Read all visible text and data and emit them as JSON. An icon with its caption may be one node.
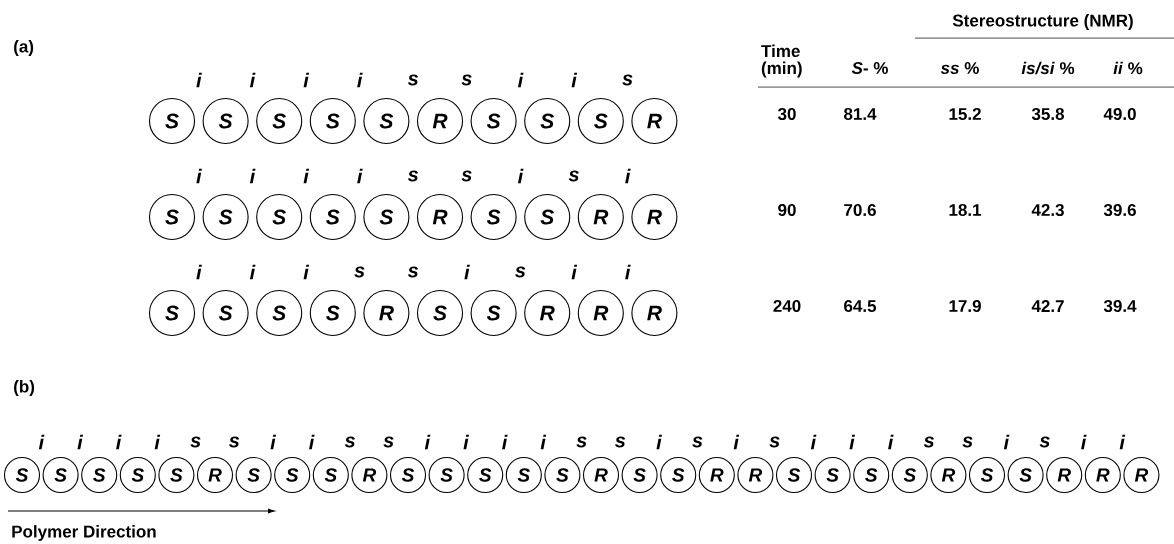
{
  "diagram": {
    "nodes": [
      {
        "text": [
          "S"
        ]
      },
      {
        "text": [
          "S"
        ]
      },
      {
        "text": [
          "S"
        ]
      },
      {
        "text": [
          "S"
        ]
      },
      {
        "text": [
          "S"
        ]
      },
      {
        "text": [
          "R"
        ]
      },
      {
        "text": [
          "S"
        ]
      },
      {
        "text": [
          "S"
        ]
      },
      {
        "text": [
          "S"
        ]
      },
      {
        "text": [
          "R"
        ]
      },
      {
        "text": [
          "S"
        ]
      },
      {
        "text": [
          "S"
        ]
      },
      {
        "text": [
          "S"
        ]
      },
      {
        "text": [
          "S"
        ]
      },
      {
        "text": [
          "S"
        ]
      },
      {
        "text": [
          "R"
        ]
      },
      {
        "text": [
          "S"
        ]
      },
      {
        "text": [
          "S"
        ]
      },
      {
        "text": [
          "R"
        ]
      },
      {
        "text": [
          "R"
        ]
      },
      {
        "text": [
          "S"
        ]
      },
      {
        "text": [
          "S"
        ]
      },
      {
        "text": [
          "S"
        ]
      },
      {
        "text": [
          "S"
        ]
      },
      {
        "text": [
          "R"
        ]
      },
      {
        "text": [
          "S"
        ]
      },
      {
        "text": [
          "S"
        ]
      },
      {
        "text": [
          "R"
        ]
      },
      {
        "text": [
          "R"
        ]
      },
      {
        "text": [
          "R"
        ]
      },
      {
        "text": [
          "S"
        ]
      },
      {
        "text": [
          "S"
        ]
      },
      {
        "text": [
          "S"
        ]
      },
      {
        "text": [
          "S"
        ]
      },
      {
        "text": [
          "S"
        ]
      },
      {
        "text": [
          "R"
        ]
      },
      {
        "text": [
          "S"
        ]
      },
      {
        "text": [
          "S"
        ]
      },
      {
        "text": [
          "S"
        ]
      },
      {
        "text": [
          "R"
        ]
      },
      {
        "text": [
          "S"
        ]
      },
      {
        "text": [
          "S"
        ]
      },
      {
        "text": [
          "S"
        ]
      },
      {
        "text": [
          "S"
        ]
      },
      {
        "text": [
          "S"
        ]
      },
      {
        "text": [
          "R"
        ]
      },
      {
        "text": [
          "S"
        ]
      },
      {
        "text": [
          "S"
        ]
      },
      {
        "text": [
          "R"
        ]
      },
      {
        "text": [
          "R"
        ]
      },
      {
        "text": [
          "S"
        ]
      },
      {
        "text": [
          "S"
        ]
      },
      {
        "text": [
          "S"
        ]
      },
      {
        "text": [
          "S"
        ]
      },
      {
        "text": [
          "R"
        ]
      },
      {
        "text": [
          "S"
        ]
      },
      {
        "text": [
          "S"
        ]
      },
      {
        "text": [
          "R"
        ]
      },
      {
        "text": [
          "R"
        ]
      },
      {
        "text": [
          "R"
        ]
      }
    ],
    "labels": [
      "(a)",
      "i",
      "i",
      "i",
      "i",
      "s",
      "s",
      "i",
      "i",
      "s",
      "i",
      "i",
      "i",
      "i",
      "s",
      "s",
      "i",
      "s",
      "i",
      "i",
      "i",
      "i",
      "s",
      "s",
      "i",
      "s",
      "i",
      "i",
      "Stereostructure (NMR)",
      "Time (min)",
      "*S*- %",
      "*ss* %",
      "*is/si* %",
      "*ii* %",
      "30",
      "81.4",
      "15.2",
      "35.8",
      "49.0",
      "90",
      "70.6",
      "18.1",
      "42.3",
      "39.6",
      "240",
      "64.5",
      "17.9",
      "42.7",
      "39.4",
      "(b)",
      "i",
      "i",
      "i",
      "i",
      "s",
      "s",
      "i",
      "i",
      "s",
      "s",
      "i",
      "i",
      "i",
      "i",
      "s",
      "s",
      "i",
      "s",
      "i",
      "s",
      "i",
      "i",
      "i",
      "s",
      "s",
      "i",
      "s",
      "i",
      "i",
      "Polymer Direction"
    ]
  }
}
